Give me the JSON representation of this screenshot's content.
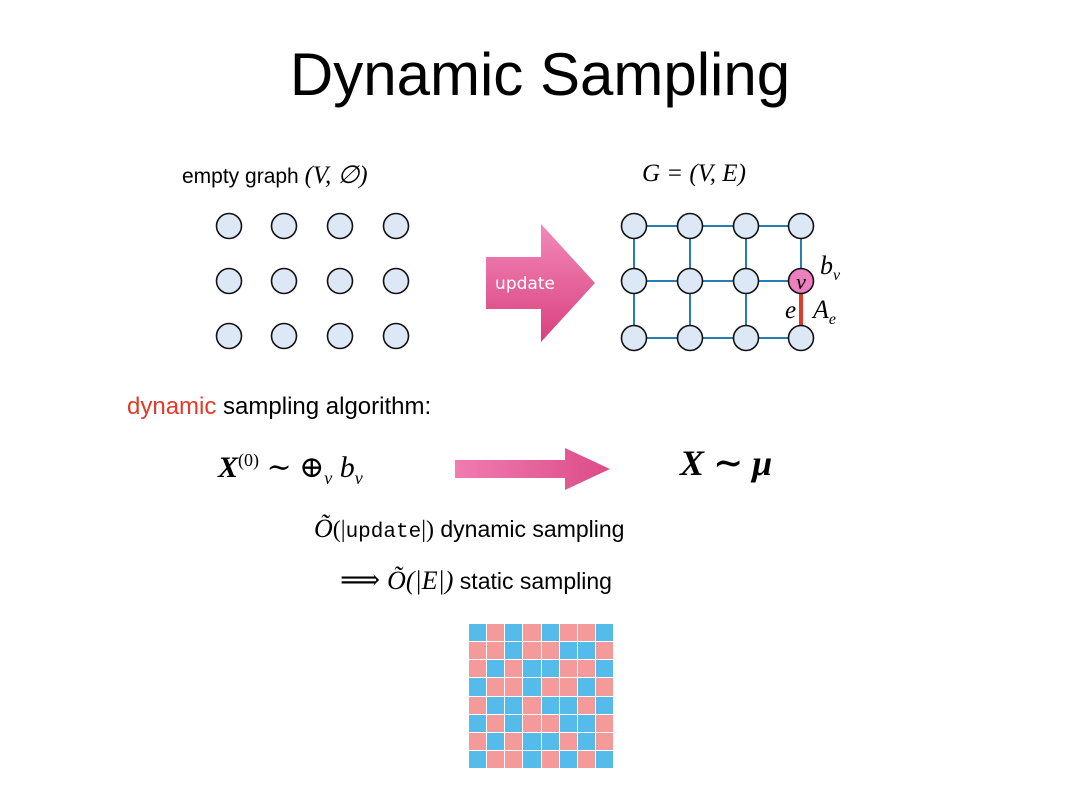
{
  "title": "Dynamic Sampling",
  "labels": {
    "empty_graph_text": "empty graph",
    "empty_graph_math": "(V, ∅)",
    "graph_G": "G = (V, E)",
    "update_arrow": "update",
    "node_v": "v",
    "b_v_main": "b",
    "b_v_sub": "v",
    "edge_e": "e",
    "A_e_main": "A",
    "A_e_sub": "e"
  },
  "algorithm": {
    "prefix": "dynamic",
    "rest": " sampling algorithm:"
  },
  "equation": {
    "left_X": "X",
    "left_sup": "(0)",
    "left_tilde": " ∼ ⊕",
    "left_sub_v": "v",
    "left_b": " b",
    "left_b_sub": "v",
    "right": "X ∼ μ"
  },
  "complexity": {
    "line1_O": "Õ",
    "line1_paren_open": "(|",
    "line1_code": "update",
    "line1_paren_close": "|)",
    "line1_text": " dynamic sampling",
    "line2_arrow": "⟹ ",
    "line2_O": "Õ",
    "line2_math": "(|E|)",
    "line2_text": " static sampling"
  },
  "colors": {
    "node_fill": "#dde8f7",
    "grid_edge": "#2a7db3",
    "highlight_node": "#ee7fbf",
    "highlight_edge": "#e03a2a",
    "arrow": "#e0558f",
    "mosaic_blue": "#55bbea",
    "mosaic_pink": "#f49a9a"
  },
  "mosaic": [
    "BPBPBPPB",
    "PPBPPBBP",
    "PBPBBPPB",
    "BPPBPPBP",
    "PBBPBBPB",
    "BPBPPBBP",
    "PBPBBPBP",
    "BPPBPBPB"
  ]
}
